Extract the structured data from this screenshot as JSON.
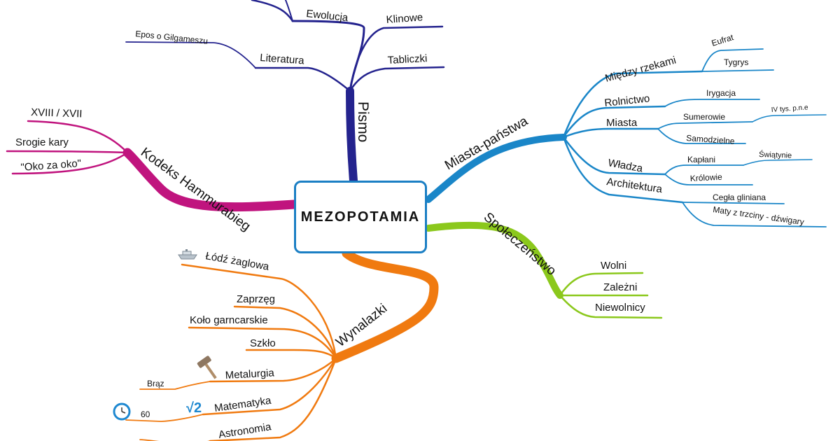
{
  "center": {
    "title": "MEZOPOTAMIA"
  },
  "colors": {
    "pismo": "#24238e",
    "miasta": "#1a86c8",
    "kodeks": "#c0147e",
    "spoleczenstwo": "#8bc81c",
    "wynalazki": "#f07a10",
    "box": "#1b7fc4"
  },
  "pismo": {
    "label": "Pismo",
    "ewolucja": "Ewolucja",
    "klinowe": "Klinowe",
    "tabliczki": "Tabliczki",
    "literatura": "Literatura",
    "epos": "Epos o Gilgameszu"
  },
  "miasta": {
    "label": "Miasta-państwa",
    "miedzy": "Między rzekami",
    "eufrat": "Eufrat",
    "tygrys": "Tygrys",
    "rolnictwo": "Rolnictwo",
    "irygacja": "Irygacja",
    "miasta": "Miasta",
    "sumerowie": "Sumerowie",
    "tys": "IV tys. p.n.e",
    "samodzielne": "Samodzielne",
    "wladza": "Władza",
    "kaplani": "Kapłani",
    "swiatynie": "Świątynie",
    "krolowie": "Królowie",
    "architektura": "Architektura",
    "cegla": "Cegła gliniana",
    "maty": "Maty z trzciny - dźwigary"
  },
  "kodeks": {
    "label": "Kodeks Hammurabieg",
    "xviii": "XVIII / XVII",
    "srogie": "Srogie kary",
    "oko": "\"Oko za oko\""
  },
  "spoleczenstwo": {
    "label": "Społeczeństwo",
    "wolni": "Wolni",
    "zalezni": "Zależni",
    "niewolnicy": "Niewolnicy"
  },
  "wynalazki": {
    "label": "Wynalazki",
    "lodz": "Łódź żaglowa",
    "zaprzeg": "Zaprzęg",
    "kolo": "Koło garncarskie",
    "szklo": "Szkło",
    "metalurgia": "Metalurgia",
    "braz": "Brąz",
    "matematyka": "Matematyka",
    "sixty": "60",
    "astronomia": "Astronomia"
  },
  "icons": {
    "boat": "boat-icon",
    "hammer": "hammer-icon",
    "sqrt": "sqrt-icon",
    "clock": "clock-icon",
    "sqrt_text": "√2"
  }
}
